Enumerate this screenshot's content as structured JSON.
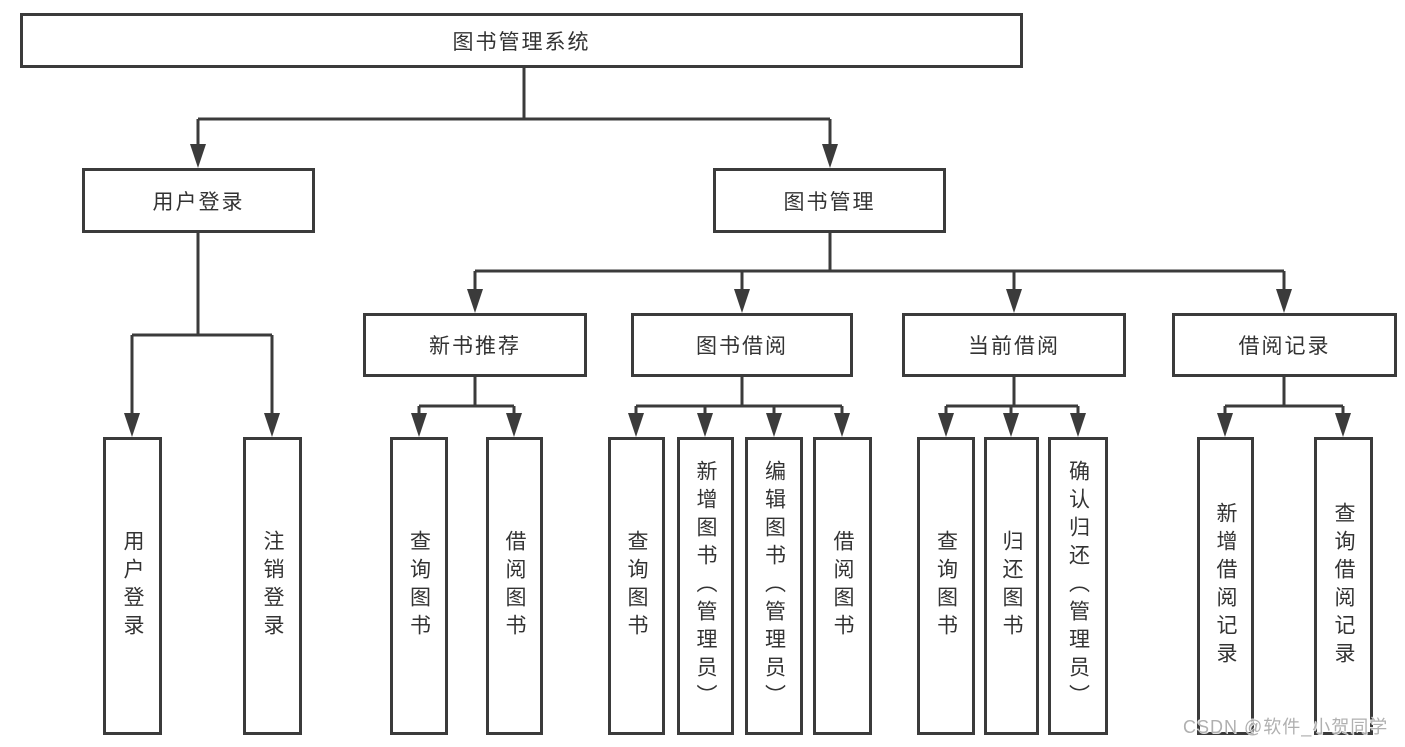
{
  "diagram": {
    "type": "tree-functional-structure",
    "colors": {
      "line": "#3b3b3b",
      "box_border": "#3b3b3b",
      "text": "#333333",
      "background": "#ffffff",
      "watermark": "#b0b0b0"
    },
    "root": {
      "label": "图书管理系统",
      "children": [
        {
          "label": "用户登录",
          "children": [
            {
              "label": "用户登录"
            },
            {
              "label": "注销登录"
            }
          ]
        },
        {
          "label": "图书管理",
          "children": [
            {
              "label": "新书推荐",
              "children": [
                {
                  "label": "查询图书"
                },
                {
                  "label": "借阅图书"
                }
              ]
            },
            {
              "label": "图书借阅",
              "children": [
                {
                  "label": "查询图书"
                },
                {
                  "label": "新增图书（管理员）"
                },
                {
                  "label": "编辑图书（管理员）"
                },
                {
                  "label": "借阅图书"
                }
              ]
            },
            {
              "label": "当前借阅",
              "children": [
                {
                  "label": "查询图书"
                },
                {
                  "label": "归还图书"
                },
                {
                  "label": "确认归还（管理员）"
                }
              ]
            },
            {
              "label": "借阅记录",
              "children": [
                {
                  "label": "新增借阅记录"
                },
                {
                  "label": "查询借阅记录"
                }
              ]
            }
          ]
        }
      ]
    },
    "watermark": {
      "text": "CSDN @软件_小贺同学"
    }
  }
}
